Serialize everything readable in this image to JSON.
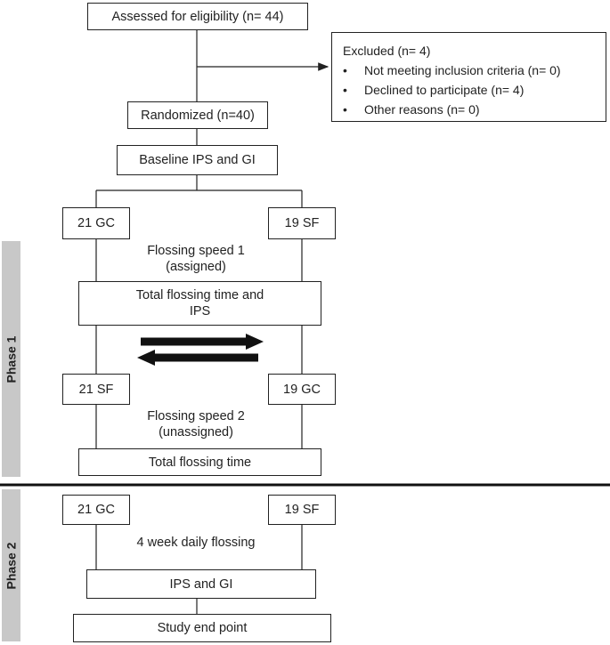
{
  "nodes": {
    "assessed": "Assessed for eligibility (n= 44)",
    "randomized": "Randomized (n=40)",
    "baseline": "Baseline IPS and GI",
    "p1_left_top": "21 GC",
    "p1_right_top": "19 SF",
    "speed1_line1": "Flossing speed 1",
    "speed1_line2": "(assigned)",
    "total_time_ips_line1": "Total flossing time and",
    "total_time_ips_line2": "IPS",
    "p1_left_bottom": "21 SF",
    "p1_right_bottom": "19 GC",
    "speed2_line1": "Flossing speed 2",
    "speed2_line2": "(unassigned)",
    "total_time": "Total flossing time",
    "p2_left": "21 GC",
    "p2_right": "19 SF",
    "daily": "4 week daily flossing",
    "ips_gi": "IPS and GI",
    "endpoint": "Study end point"
  },
  "excluded": {
    "title": "Excluded  (n= 4)",
    "bullet": "•",
    "items": [
      "Not meeting inclusion criteria (n= 0)",
      "Declined to participate (n= 4)",
      "Other reasons (n= 0)"
    ]
  },
  "phases": {
    "phase1": "Phase 1",
    "phase2": "Phase 2"
  },
  "colors": {
    "line": "#222222",
    "phase_bar": "#c8c8c8"
  }
}
